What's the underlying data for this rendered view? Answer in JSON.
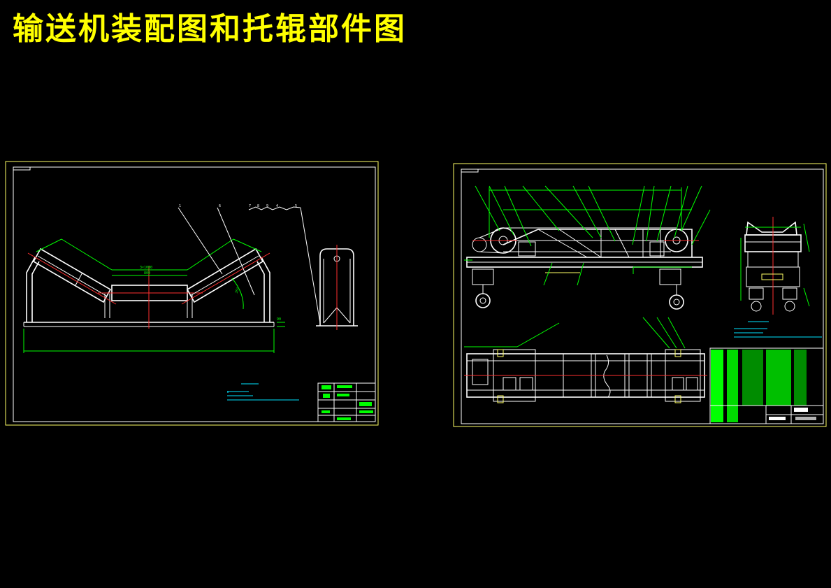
{
  "title": {
    "text": "输送机装配图和托辊部件图",
    "color": "#ffff00"
  },
  "colors": {
    "background": "#000000",
    "border": "#ffff66",
    "outline": "#ffffff",
    "dimension": "#00ff00",
    "centerline": "#ff3030",
    "notes": "#00e5ff"
  },
  "sheets": [
    {
      "id": "idler-part-drawing",
      "leader_labels": [
        "1",
        "6",
        "7",
        "8",
        "9",
        "4",
        "5"
      ]
    },
    {
      "id": "conveyor-assembly-drawing"
    }
  ]
}
